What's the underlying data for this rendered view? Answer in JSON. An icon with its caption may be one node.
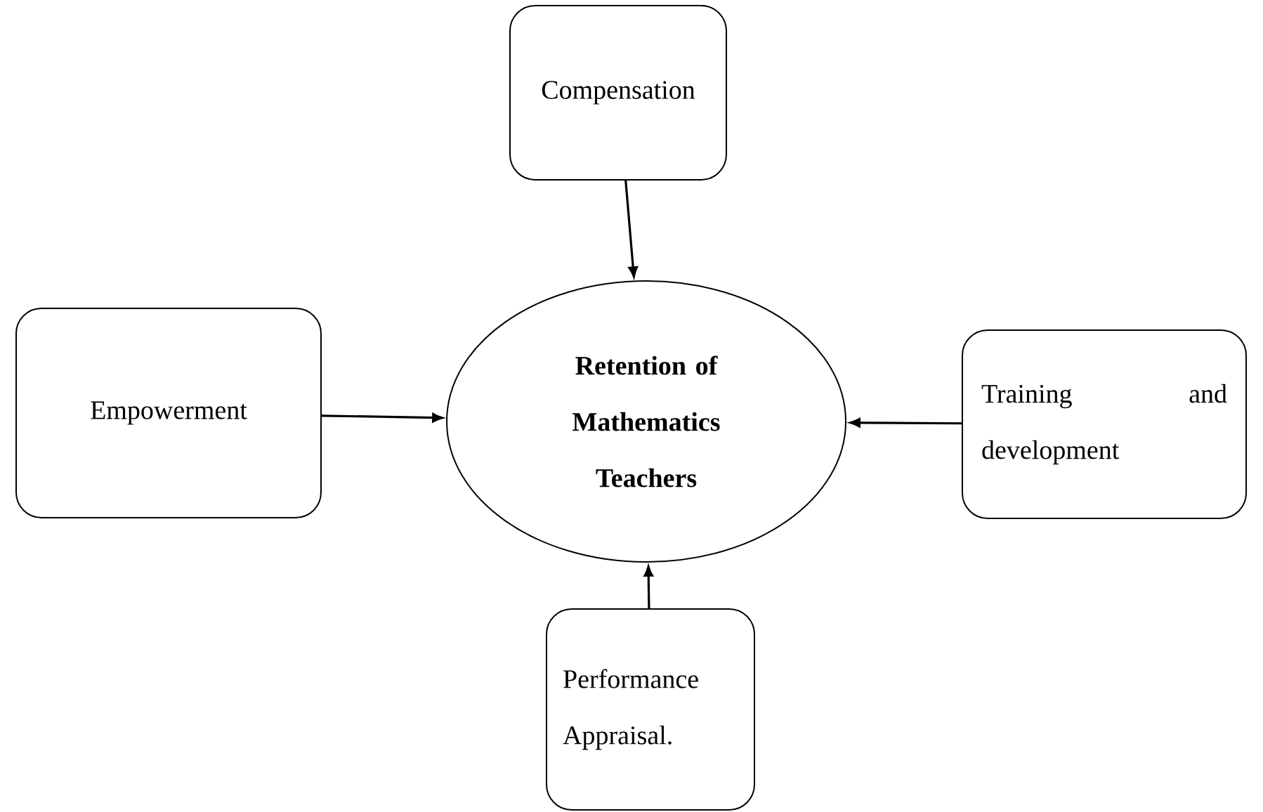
{
  "diagram": {
    "nodes": [
      {
        "text": [
          "Compensation"
        ]
      },
      {
        "text": [
          "Empowerment"
        ]
      },
      {
        "text": [
          "Retention of Mathematics Teachers"
        ]
      },
      {
        "text": [
          "Training and development"
        ]
      },
      {
        "text": [
          "Performance Appraisal."
        ]
      }
    ],
    "edges": [
      {
        "from": 0,
        "to": 2,
        "arrow": "to"
      },
      {
        "from": 1,
        "to": 2,
        "arrow": "to"
      },
      {
        "from": 3,
        "to": 2,
        "arrow": "to"
      },
      {
        "from": 4,
        "to": 2,
        "arrow": "to"
      }
    ]
  }
}
